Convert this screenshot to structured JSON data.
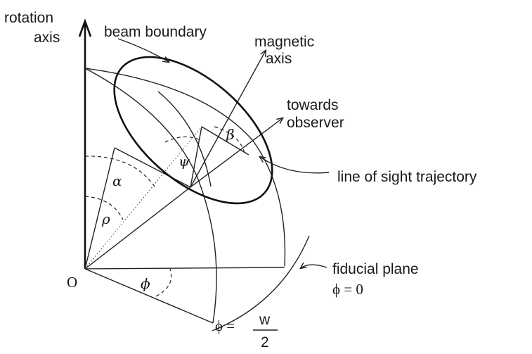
{
  "labels": {
    "rotation_axis_line1": "rotation",
    "rotation_axis_line2": "axis",
    "beam_boundary": "beam boundary",
    "magnetic_axis_line1": "magnetic",
    "magnetic_axis_line2": "axis",
    "towards_observer_line1": "towards",
    "towards_observer_line2": "observer",
    "line_of_sight": "line of sight trajectory",
    "fiducial_plane": "fiducial plane",
    "phi_zero": "ϕ = 0",
    "origin": "O",
    "alpha": "α",
    "rho": "ρ",
    "psi": "ψ",
    "beta": "β",
    "phi": "ϕ",
    "phi_w_lhs": "ϕ =",
    "phi_w_numerator": "w",
    "phi_w_denominator": "2"
  }
}
